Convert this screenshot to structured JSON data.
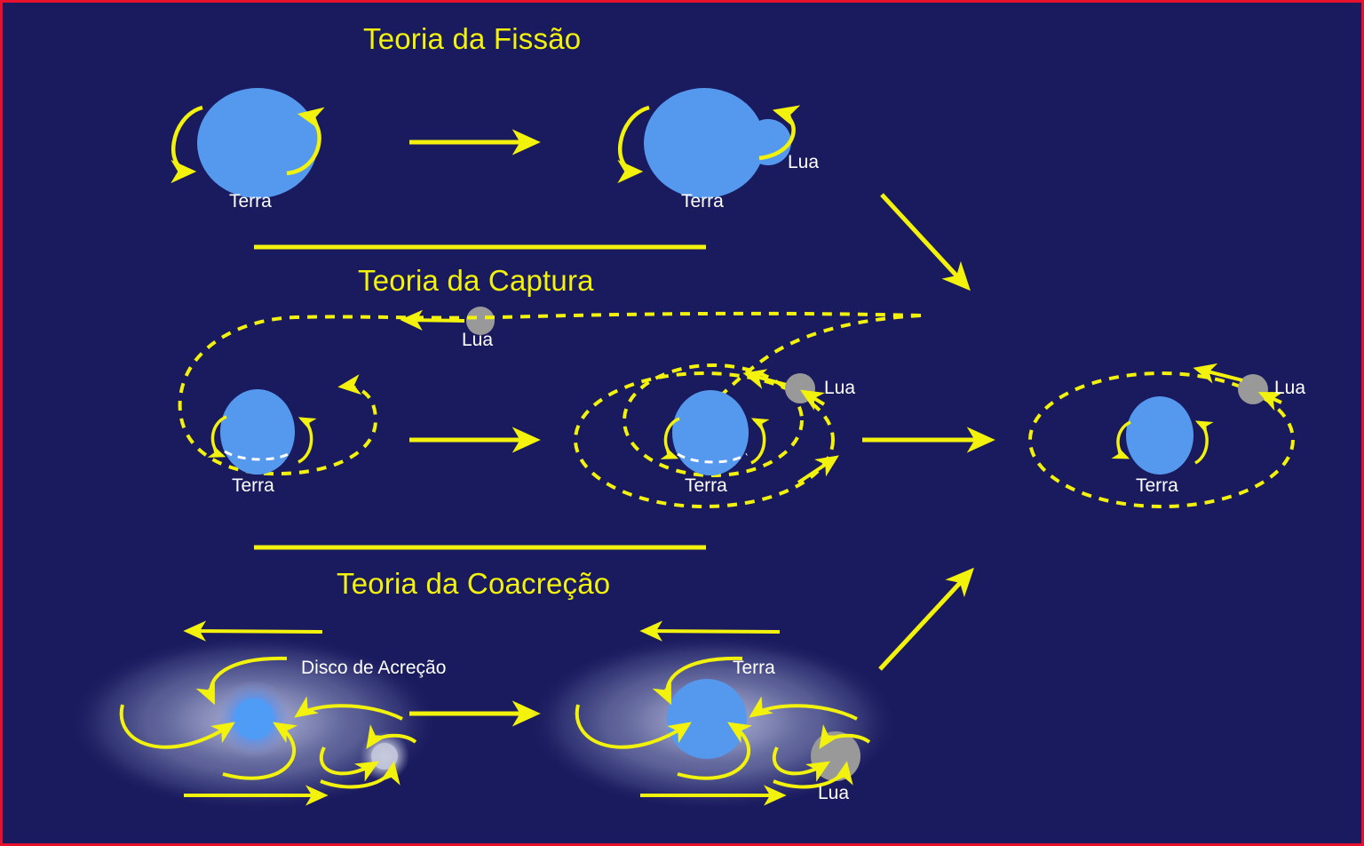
{
  "figure": {
    "background_color": "#1a1a5e",
    "border_color": "#e8112d",
    "accent_yellow": "#f2f20d",
    "earth_color": "#5599ee",
    "moon_color": "#999999",
    "label_color": "#ffffff"
  },
  "sections": [
    {
      "id": "fissao",
      "title": "Teoria da Fissão",
      "panels": [
        {
          "id": "fissao-1",
          "earth_label": "Terra",
          "moon_label": null
        },
        {
          "id": "fissao-2",
          "earth_label": "Terra",
          "moon_label": "Lua"
        }
      ]
    },
    {
      "id": "captura",
      "title": "Teoria da Captura",
      "panels": [
        {
          "id": "captura-1",
          "earth_label": "Terra",
          "moon_label": "Lua"
        },
        {
          "id": "captura-2",
          "earth_label": "Terra",
          "moon_label": "Lua"
        },
        {
          "id": "captura-3",
          "earth_label": "Terra",
          "moon_label": "Lua"
        }
      ]
    },
    {
      "id": "coacrecao",
      "title": "Teoria da Coacreção",
      "panels": [
        {
          "id": "coacrecao-1",
          "disk_label": "Disco de Acreção",
          "earth_label": null,
          "moon_label": null
        },
        {
          "id": "coacrecao-2",
          "disk_label": null,
          "earth_label": "Terra",
          "moon_label": "Lua"
        }
      ]
    }
  ],
  "labels": {
    "title_fissao": "Teoria da Fissão",
    "title_captura": "Teoria da Captura",
    "title_coacrecao": "Teoria da Coacreção",
    "fissao_p1_terra": "Terra",
    "fissao_p2_terra": "Terra",
    "fissao_p2_lua": "Lua",
    "captura_incoming_lua": "Lua",
    "captura_p1_terra": "Terra",
    "captura_p2_terra": "Terra",
    "captura_p2_lua": "Lua",
    "captura_p3_terra": "Terra",
    "captura_p3_lua": "Lua",
    "coacrecao_p1_disco": "Disco de Acreção",
    "coacrecao_p2_terra": "Terra",
    "coacrecao_p2_lua": "Lua"
  }
}
